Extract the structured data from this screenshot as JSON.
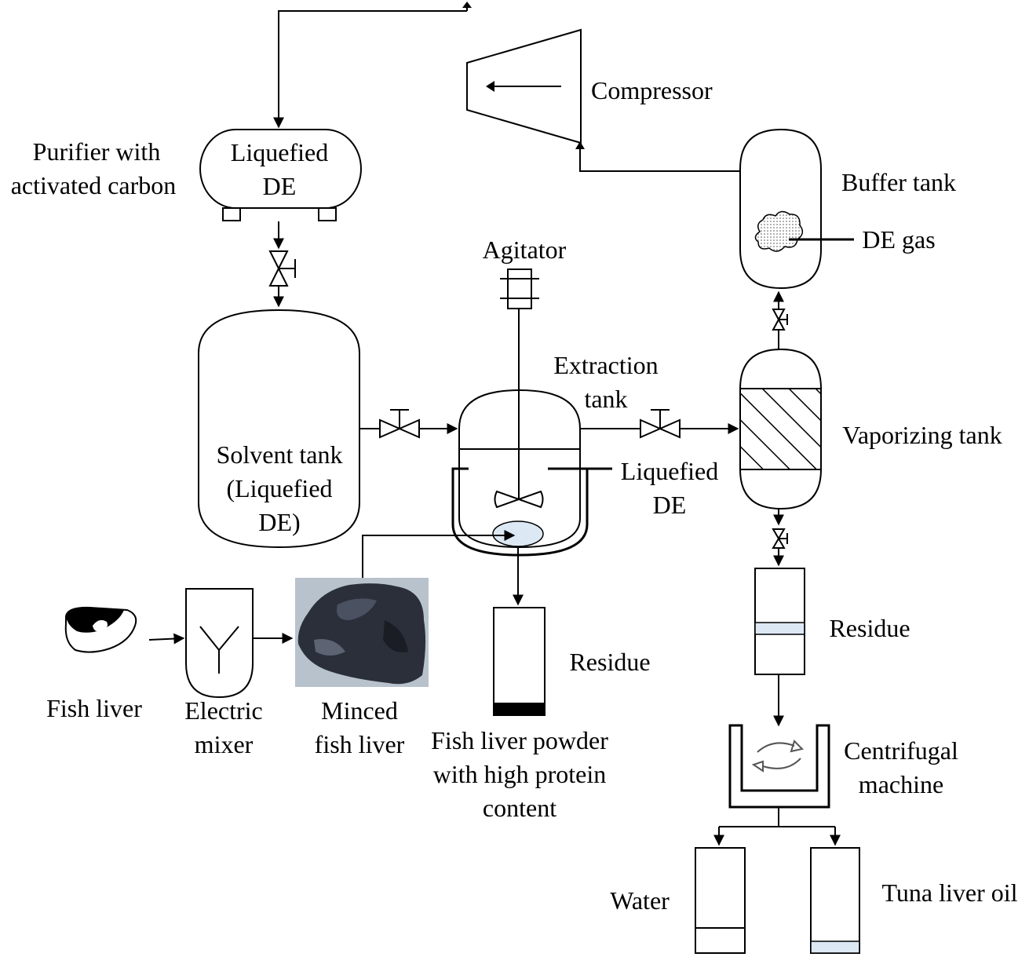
{
  "labels": {
    "compressor": "Compressor",
    "purifier_line1": "Purifier with",
    "purifier_line2": "activated carbon",
    "purifier_inner_line1": "Liquefied",
    "purifier_inner_line2": "DE",
    "buffer_tank": "Buffer tank",
    "de_gas": "DE gas",
    "agitator": "Agitator",
    "extraction_line1": "Extraction",
    "extraction_line2": "tank",
    "solvent_line1": "Solvent tank",
    "solvent_line2": "(Liquefied",
    "solvent_line3": "DE)",
    "liquefied_de_line1": "Liquefied",
    "liquefied_de_line2": "DE",
    "vaporizing_tank": "Vaporizing tank",
    "residue_right": "Residue",
    "residue_center": "Residue",
    "fish_liver": "Fish liver",
    "mixer_line1": "Electric",
    "mixer_line2": "mixer",
    "minced_line1": "Minced",
    "minced_line2": "fish liver",
    "powder_line1": "Fish liver powder",
    "powder_line2": "with high protein",
    "powder_line3": "content",
    "centrifuge_line1": "Centrifugal",
    "centrifuge_line2": "machine",
    "water": "Water",
    "tuna_oil": "Tuna liver oil"
  },
  "colors": {
    "line": "#000000",
    "light_blue": "#dce9f5",
    "minced_liver_dark": "#2b2f3a",
    "minced_liver_bg": "#b8c2cc"
  }
}
